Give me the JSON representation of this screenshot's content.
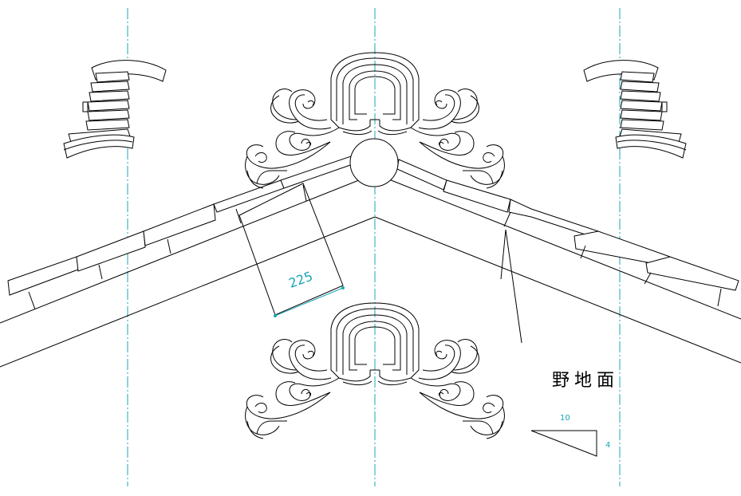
{
  "labels": {
    "dimension": "225",
    "surface_note": "野地面",
    "slope_run": "10",
    "slope_rise": "4"
  },
  "colors": {
    "line": "#000000",
    "center_axis": "#1aa5b8",
    "dimension": "#1aa5b8"
  }
}
